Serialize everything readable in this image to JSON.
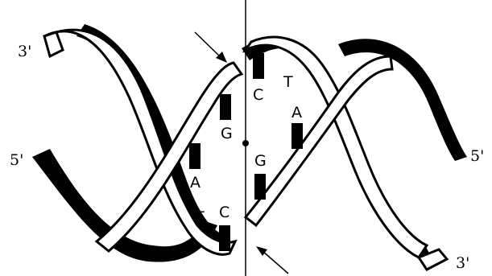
{
  "strand_ends": {
    "top_left": "3'",
    "mid_left": "5'",
    "mid_right": "5'",
    "bottom_right": "3'"
  },
  "bases_left": [
    "G",
    "A",
    "T",
    "C"
  ],
  "bases_right": [
    "C",
    "T",
    "A",
    "G"
  ],
  "colors": {
    "ribbon": "#000000",
    "background": "#ffffff"
  }
}
